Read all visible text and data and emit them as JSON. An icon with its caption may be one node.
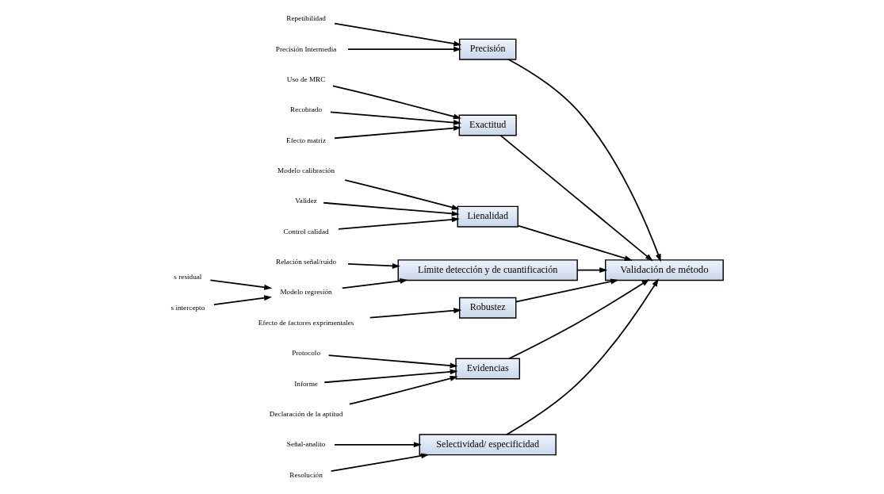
{
  "diagram": {
    "nodes": [
      {
        "text": [
          "Selectividad/ especificidad"
        ]
      },
      {
        "text": [
          "Precisión"
        ]
      },
      {
        "text": [
          "Exactitud"
        ]
      },
      {
        "text": [
          "Lienalidad"
        ]
      },
      {
        "text": [
          "Validación de método"
        ]
      },
      {
        "text": [
          "Límite detección y de cuantificación"
        ]
      },
      {
        "text": [
          "Robustez"
        ]
      },
      {
        "text": [
          "Evidencias"
        ]
      },
      {
        "text": [
          "Señal-analito"
        ]
      },
      {
        "text": [
          "Resolución"
        ]
      },
      {
        "text": [
          "Repetibilidad"
        ]
      },
      {
        "text": [
          "Precisión Intermedia"
        ]
      },
      {
        "text": [
          "Uso de MRC"
        ]
      },
      {
        "text": [
          "Recobrado"
        ]
      },
      {
        "text": [
          "Efecto matriz"
        ]
      },
      {
        "text": [
          "Modelo calibración"
        ]
      },
      {
        "text": [
          "Validez"
        ]
      },
      {
        "text": [
          "Control calidad"
        ]
      },
      {
        "text": [
          "Relación señal/ruido"
        ]
      },
      {
        "text": [
          "s residual"
        ]
      },
      {
        "text": [
          "Modelo regresión"
        ]
      },
      {
        "text": [
          "s intercepto"
        ]
      },
      {
        "text": [
          "Efecto de factores exprimentales"
        ]
      },
      {
        "text": [
          "Protocolo"
        ]
      },
      {
        "text": [
          "Informe"
        ]
      },
      {
        "text": [
          "Declaración de la aptitud"
        ]
      }
    ],
    "edges": [
      {
        "from": 0,
        "to": 4,
        "arrow": "to"
      },
      {
        "from": 1,
        "to": 4,
        "arrow": "to"
      },
      {
        "from": 2,
        "to": 4,
        "arrow": "to"
      },
      {
        "from": 3,
        "to": 4,
        "arrow": "to"
      },
      {
        "from": 5,
        "to": 4,
        "arrow": "to"
      },
      {
        "from": 6,
        "to": 4,
        "arrow": "to"
      },
      {
        "from": 7,
        "to": 4,
        "arrow": "to"
      },
      {
        "from": 8,
        "to": 0,
        "arrow": "to"
      },
      {
        "from": 9,
        "to": 0,
        "arrow": "to"
      },
      {
        "from": 10,
        "to": 1,
        "arrow": "to"
      },
      {
        "from": 11,
        "to": 1,
        "arrow": "to"
      },
      {
        "from": 12,
        "to": 2,
        "arrow": "to"
      },
      {
        "from": 13,
        "to": 2,
        "arrow": "to"
      },
      {
        "from": 14,
        "to": 2,
        "arrow": "to"
      },
      {
        "from": 15,
        "to": 3,
        "arrow": "to"
      },
      {
        "from": 16,
        "to": 3,
        "arrow": "to"
      },
      {
        "from": 17,
        "to": 3,
        "arrow": "to"
      },
      {
        "from": 18,
        "to": 5,
        "arrow": "to"
      },
      {
        "from": 19,
        "to": 20,
        "arrow": "to"
      },
      {
        "from": 20,
        "to": 5,
        "arrow": "to"
      },
      {
        "from": 21,
        "to": 20,
        "arrow": "to"
      },
      {
        "from": 22,
        "to": 6,
        "arrow": "to"
      },
      {
        "from": 23,
        "to": 7,
        "arrow": "to"
      },
      {
        "from": 24,
        "to": 7,
        "arrow": "to"
      },
      {
        "from": 25,
        "to": 7,
        "arrow": "to"
      }
    ]
  }
}
